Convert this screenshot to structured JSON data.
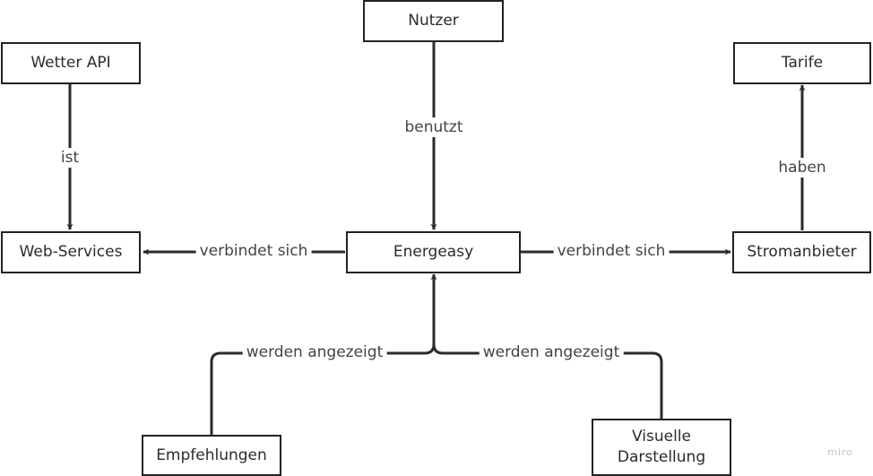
{
  "nodes": {
    "nutzer": "Nutzer",
    "wetter_api": "Wetter API",
    "tarife": "Tarife",
    "web_services": "Web-Services",
    "energeasy": "Energeasy",
    "stromanbieter": "Stromanbieter",
    "empfehlungen": "Empfehlungen",
    "visuelle_darstellung": [
      "Visuelle",
      "Darstellung"
    ]
  },
  "edges": {
    "nutzer_energeasy": "benutzt",
    "wetter_web": "ist",
    "stromanbieter_tarife": "haben",
    "energeasy_web": "verbindet sich",
    "energeasy_strom": "verbindet sich",
    "empfehlungen_energeasy": "werden angezeigt",
    "visuell_energeasy": "werden angezeigt"
  },
  "watermark": "miro",
  "colors": {
    "stroke": "#2b2b2b",
    "text": "#444444"
  }
}
